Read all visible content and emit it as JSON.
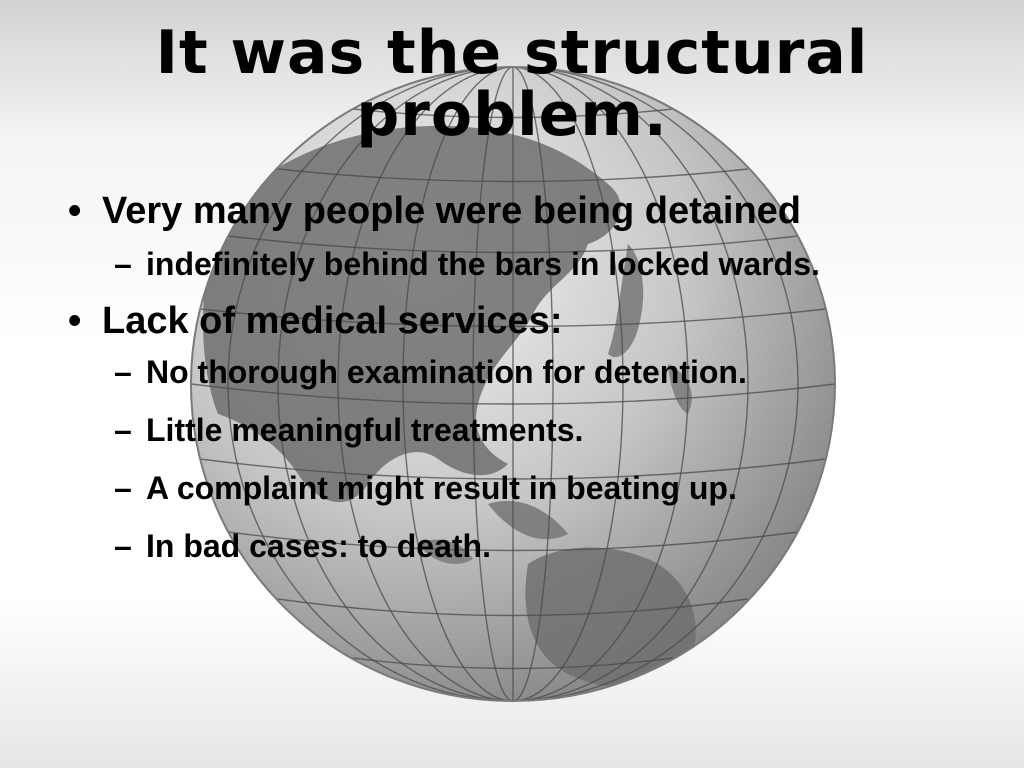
{
  "slide": {
    "title": "It was the structural problem.",
    "bullets": [
      {
        "text": "Very many people were being detained",
        "subs": [
          " indefinitely behind the bars in locked wards."
        ]
      },
      {
        "text": "Lack of medical services:",
        "subs": [
          "No thorough examination for detention.",
          "Little meaningful treatments.",
          "A complaint might result in beating up.",
          "In bad cases: to death."
        ]
      }
    ],
    "bullet_glyph": "•",
    "sub_glyph": "–"
  },
  "colors": {
    "text": "#000000",
    "globe_light": "#f2f2f2",
    "globe_dark": "#8a8a8a",
    "land": "#6e6e6e"
  },
  "icons": {
    "background": "globe-icon"
  }
}
